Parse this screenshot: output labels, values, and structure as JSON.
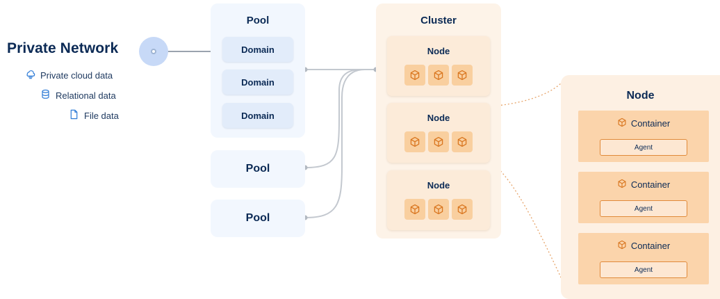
{
  "private_network": {
    "title": "Private Network",
    "sources": [
      {
        "label": "Private cloud data",
        "icon": "cloud-data-icon"
      },
      {
        "label": "Relational data",
        "icon": "database-icon"
      },
      {
        "label": "File data",
        "icon": "file-icon"
      }
    ]
  },
  "pool_main": {
    "title": "Pool",
    "domains": [
      "Domain",
      "Domain",
      "Domain"
    ]
  },
  "pools_extra": [
    "Pool",
    "Pool"
  ],
  "cluster": {
    "title": "Cluster",
    "nodes": [
      "Node",
      "Node",
      "Node"
    ]
  },
  "node_detail": {
    "title": "Node",
    "containers": [
      {
        "label": "Container",
        "agent": "Agent"
      },
      {
        "label": "Container",
        "agent": "Agent"
      },
      {
        "label": "Container",
        "agent": "Agent"
      }
    ]
  },
  "colors": {
    "navy_text": "#0b2a55",
    "link_blue": "#2e7bd6",
    "pool_bg": "#f2f7fe",
    "cluster_bg": "#fdf3e8",
    "accent_orange": "#e08a3a",
    "connector_gray": "#bfc4cc"
  }
}
